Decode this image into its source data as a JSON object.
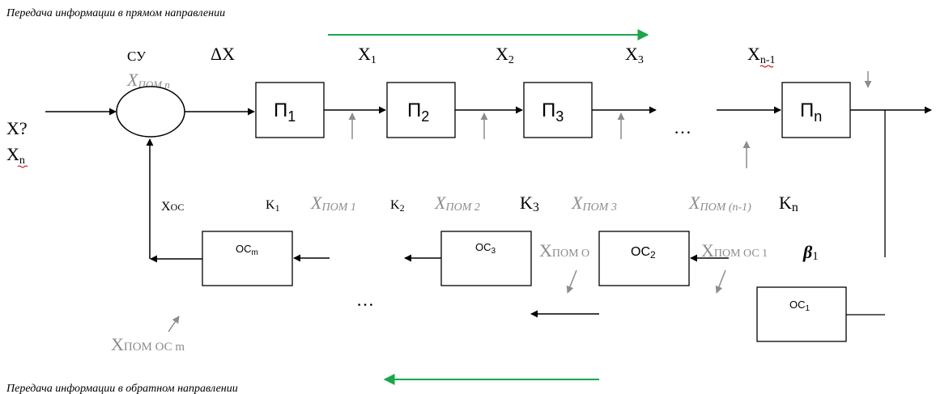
{
  "captions": {
    "forward": "Передача информации в прямом направлении",
    "backward": "Передача информации в обратном направлении"
  },
  "colors": {
    "flow_arrow": "#1aa64a",
    "disturbance": "#8c8c8c",
    "line": "#000000"
  },
  "labels": {
    "cy": "СУ",
    "delta": "ΔX",
    "x_main": "X",
    "x_sub_1": "1",
    "x_sub_2": "2",
    "x_sub_3": "3",
    "x_sub_n1": "n-1",
    "input_top": "X?",
    "input_bottom_main": "X",
    "input_bottom_sub": "n",
    "xpom_n_main": "X",
    "xpom_n_sub": "ПОМ n",
    "xos_main": "X",
    "xos_sub": "ОС",
    "k_main": "K",
    "k1_sub": "1",
    "k2_sub": "2",
    "k3_sub": "3",
    "kn_sub": "n",
    "xpom1_main": "X",
    "xpom1_sub": "ПОМ 1",
    "xpom2_main": "X",
    "xpom2_sub": "ПОМ 2",
    "xpom3_main": "X",
    "xpom3_sub": "ПОМ 3",
    "xpomn1_main": "X",
    "xpomn1_sub": "ПОМ (n-1)",
    "xpomoc_main": "X",
    "xpomoc_sub": "ПОМ О",
    "xpomoc1_main": "X",
    "xpomoc1_sub": "ПОМ ОС 1",
    "beta_main": "β",
    "beta_sub": "1",
    "xpomocm_main": "X",
    "xpomocm_sub": "ПОМ ОС m",
    "ellipsis_top": "…",
    "ellipsis_bottom": "…"
  },
  "blocks": {
    "p_main": "П",
    "p1_sub": "1",
    "p2_sub": "2",
    "p3_sub": "3",
    "pn_sub": "n",
    "oc_main": "ОС",
    "ocm_sub": "m",
    "oc3_sub": "3",
    "oc2_sub": "2",
    "oc1_sub": "1"
  }
}
